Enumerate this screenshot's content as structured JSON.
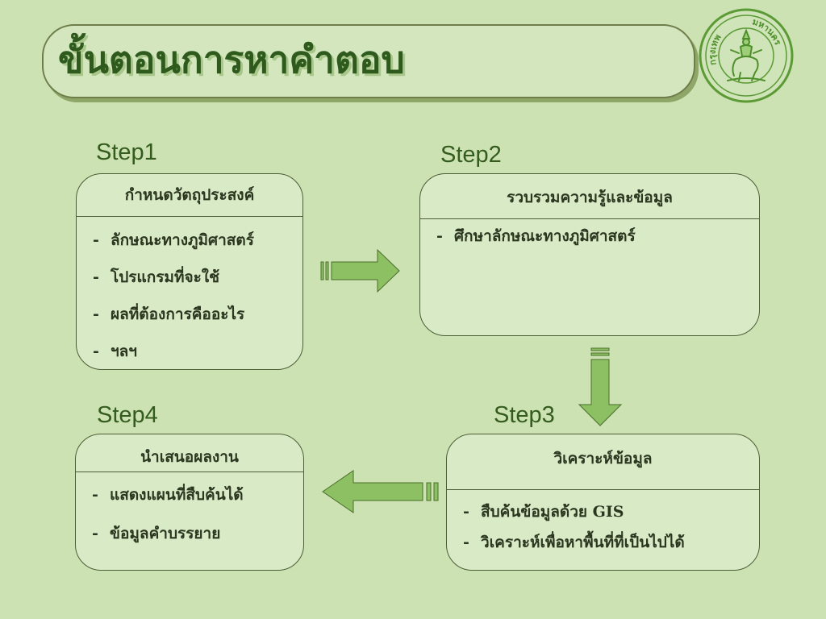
{
  "title": "ขั้นตอนการหาคำตอบ",
  "emblem": {
    "icon": "bangkok-city-seal-icon",
    "text_left": "กรุงเทพ",
    "text_right": "มหานคร"
  },
  "colors": {
    "background": "#cce2b2",
    "box_fill": "#d9eac7",
    "arrow_fill": "#8cc063",
    "title_text": "#2f5a1d"
  },
  "steps": [
    {
      "label": "Step1",
      "heading": "กำหนดวัตถุประสงค์",
      "items": [
        "ลักษณะทางภูมิศาสตร์",
        "โปรแกรมที่จะใช้",
        "ผลที่ต้องการคืออะไร",
        "ฯลฯ"
      ]
    },
    {
      "label": "Step2",
      "heading": "รวบรวมความรู้และข้อมูล",
      "items": [
        "ศึกษาลักษณะทางภูมิศาสตร์"
      ]
    },
    {
      "label": "Step3",
      "heading": "วิเคราะห์ข้อมูล",
      "items": [
        "สืบค้นข้อมูลด้วย GIS",
        "วิเคราะห์เพื่อหาพื้นที่ที่เป็นไปได้"
      ]
    },
    {
      "label": "Step4",
      "heading": "นำเสนอผลงาน",
      "items": [
        "แสดงแผนที่สืบค้นได้",
        "ข้อมูลคำบรรยาย"
      ]
    }
  ],
  "flow": [
    {
      "from": "Step1",
      "to": "Step2",
      "icon": "arrow-right-icon"
    },
    {
      "from": "Step2",
      "to": "Step3",
      "icon": "arrow-down-icon"
    },
    {
      "from": "Step3",
      "to": "Step4",
      "icon": "arrow-left-icon"
    }
  ]
}
